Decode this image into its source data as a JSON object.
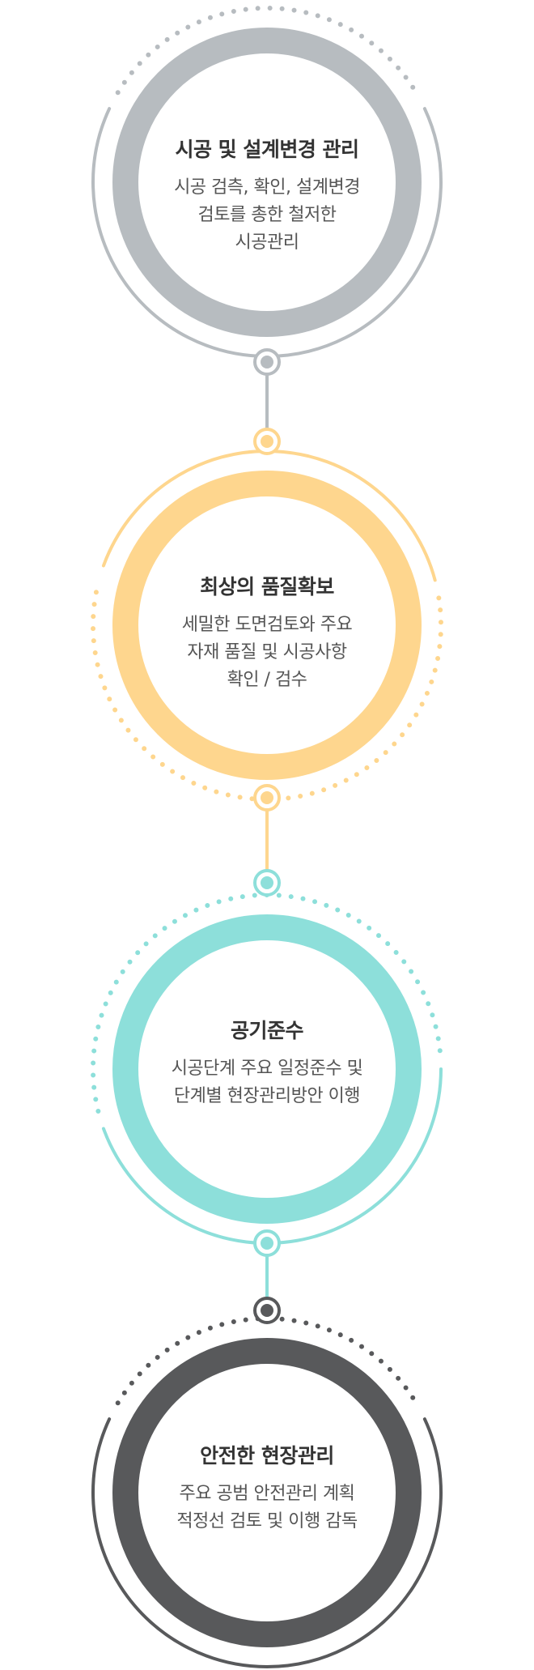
{
  "steps": [
    {
      "title": "시공 및 설계변경 관리",
      "description": "시공 검측, 확인, 설계변경\n검토를 총한 철저한\n시공관리",
      "color": "#b7bcc0"
    },
    {
      "title": "최상의 품질확보",
      "description": "세밀한 도면검토와 주요\n자재 품질 및 시공사항\n확인 / 검수",
      "color": "#fed68e"
    },
    {
      "title": "공기준수",
      "description": "시공단계 주요 일정준수 및\n단계별 현장관리방안 이행",
      "color": "#8ddfda"
    },
    {
      "title": "안전한 현장관리",
      "description": "주요 공범 안전관리 계획\n적정선 검토 및 이행 감독",
      "color": "#58595b"
    }
  ]
}
